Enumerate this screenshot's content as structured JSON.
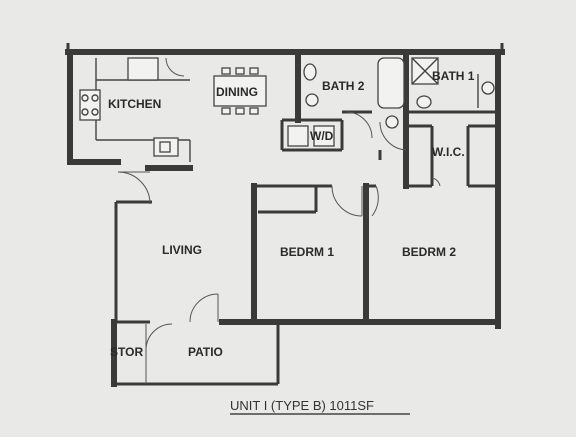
{
  "rooms": {
    "kitchen": "KITCHEN",
    "dining": "DINING",
    "bath2": "BATH 2",
    "bath1": "BATH 1",
    "wd": "W/D",
    "wic": "W.I.C.",
    "living": "LIVING",
    "bedrm1": "BEDRM 1",
    "bedrm2": "BEDRM 2",
    "stor": "STOR",
    "patio": "PATIO"
  },
  "caption": "UNIT I  (TYPE B)  1011SF",
  "colors": {
    "paper": "#e9e9e7",
    "wall": "#3a3a3a"
  }
}
